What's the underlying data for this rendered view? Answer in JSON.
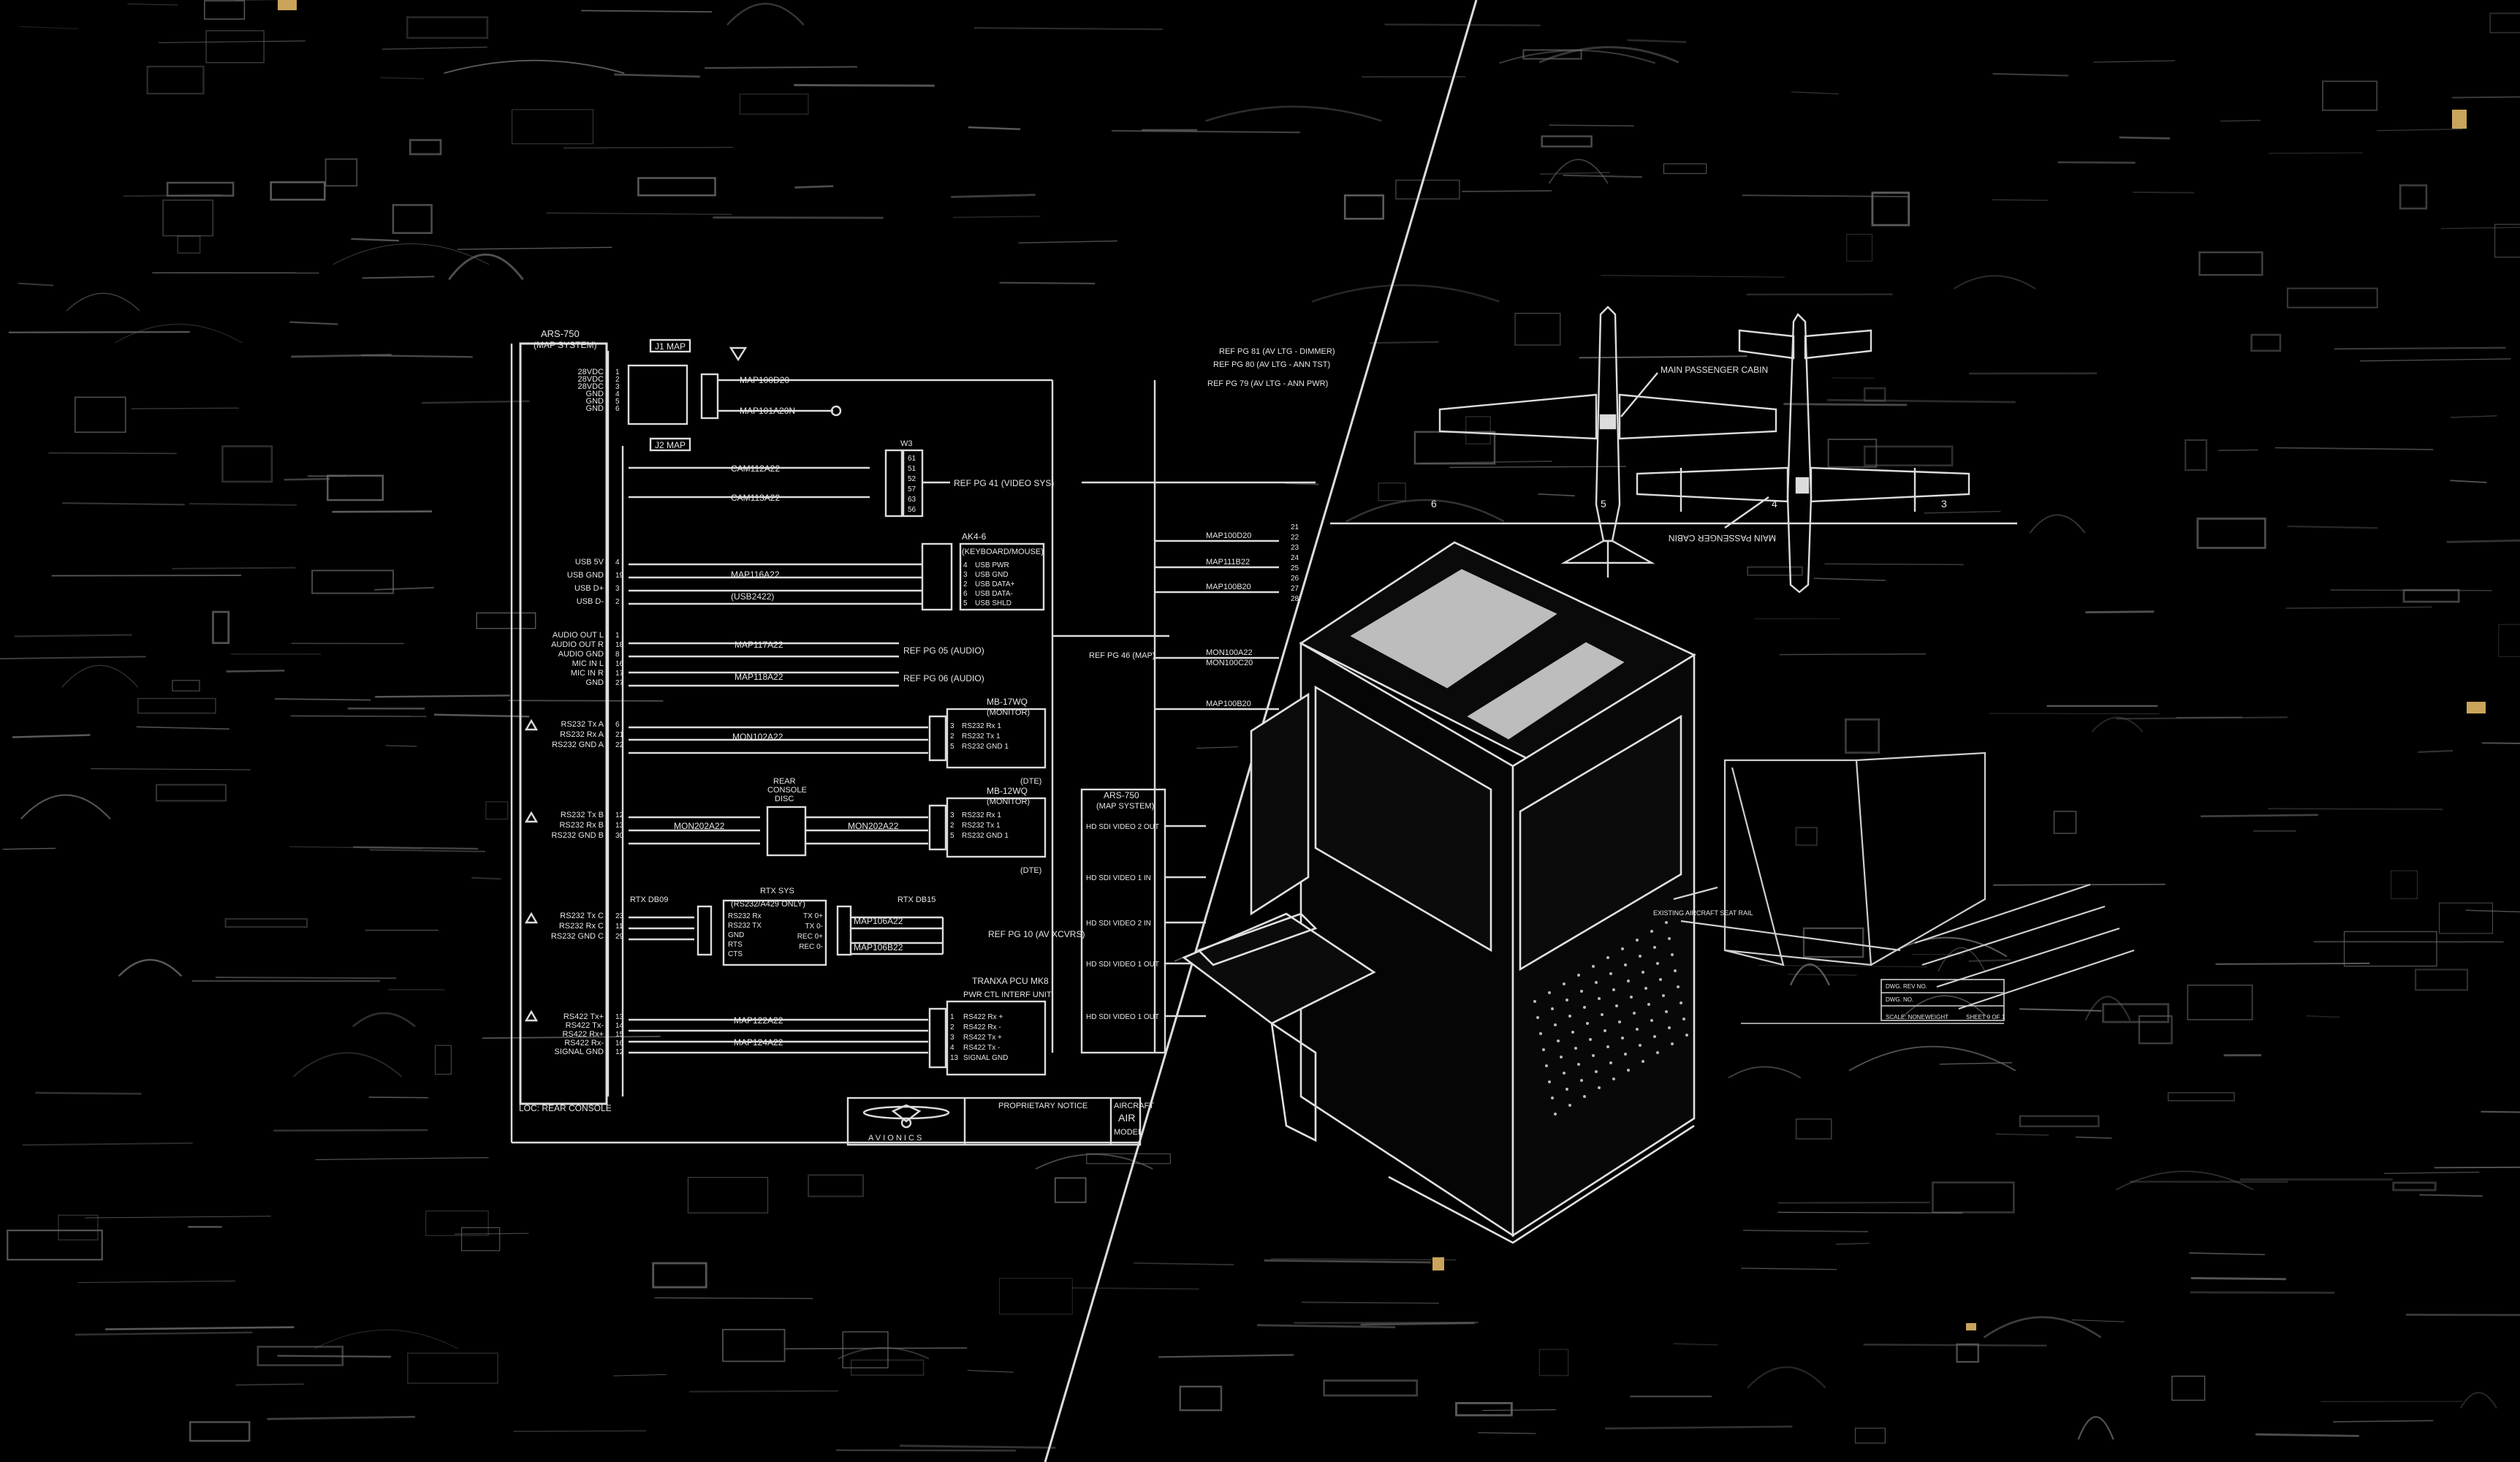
{
  "colors": {
    "background": "#000000",
    "line": "#d8d8d8",
    "sketch": "#8a8a8a",
    "panel_fill": "#bdbdbd",
    "accent_gold": "#c9a45a"
  },
  "schematic": {
    "unit_top": {
      "title": "ARS-750",
      "subtitle": "(MAP SYSTEM)"
    },
    "j1_label": "J1 MAP",
    "j2_label": "J2 MAP",
    "left_pins": [
      {
        "label": "28VDC",
        "num": "1"
      },
      {
        "label": "28VDC",
        "num": "2"
      },
      {
        "label": "28VDC",
        "num": "3"
      },
      {
        "label": "GND",
        "num": "4"
      },
      {
        "label": "GND",
        "num": "5"
      },
      {
        "label": "GND",
        "num": "6"
      }
    ],
    "usb_pins": [
      {
        "label": "USB 5V",
        "num": "4"
      },
      {
        "label": "USB GND",
        "num": "19"
      },
      {
        "label": "USB D+",
        "num": "3"
      },
      {
        "label": "USB D-",
        "num": "2"
      }
    ],
    "audio_pins": [
      {
        "label": "AUDIO OUT L",
        "num": "1"
      },
      {
        "label": "AUDIO OUT R",
        "num": "18"
      },
      {
        "label": "AUDIO GND",
        "num": "8"
      },
      {
        "label": "MIC IN L",
        "num": "16"
      },
      {
        "label": "MIC IN R",
        "num": "17"
      },
      {
        "label": "GND",
        "num": "27"
      }
    ],
    "rs232_a": [
      {
        "label": "RS232 Tx A",
        "num": "6"
      },
      {
        "label": "RS232 Rx A",
        "num": "21"
      },
      {
        "label": "RS232 GND A",
        "num": "22"
      }
    ],
    "rs232_b": [
      {
        "label": "RS232 Tx B",
        "num": "12"
      },
      {
        "label": "RS232 Rx B",
        "num": "13"
      },
      {
        "label": "RS232 GND B",
        "num": "30"
      }
    ],
    "rs232_c": [
      {
        "label": "RS232 Tx C",
        "num": "23"
      },
      {
        "label": "RS232 Rx C",
        "num": "11"
      },
      {
        "label": "RS232 GND C",
        "num": "29"
      }
    ],
    "rs422": [
      {
        "label": "RS422 Tx+",
        "num": "13"
      },
      {
        "label": "RS422 Tx-",
        "num": "14"
      },
      {
        "label": "RS422 Rx+",
        "num": "15"
      },
      {
        "label": "RS422 Rx-",
        "num": "16"
      },
      {
        "label": "SIGNAL GND",
        "num": "12"
      }
    ],
    "wires": {
      "power1": "MAP100D20",
      "power2": "MAP101A20N",
      "cam1": "CAM112A22",
      "cam2": "CAM113A22",
      "usb": "MAP116A22",
      "usb_sub": "(USB2422)",
      "audio1": "MAP117A22",
      "audio2": "MAP118A22",
      "mon1": "MON102A22",
      "mon2a": "MON202A22",
      "mon2b": "MON202A22",
      "rtx1": "MAP106A22",
      "rtx2": "MAP106B22",
      "pcu1": "MAP122A22",
      "pcu2": "MAP124A22"
    },
    "refs": {
      "video": "REF PG 41 (VIDEO SYS)",
      "audio1": "REF PG 05 (AUDIO)",
      "audio2": "REF PG 06 (AUDIO)",
      "xcvrs": "REF PG 10 (AV XCVRS)",
      "dimmer": "REF PG 81 (AV LTG - DIMMER)",
      "test": "REF PG 80 (AV LTG - ANN TST)",
      "annpwr": "REF PG 79 (AV LTG - ANN PWR)",
      "map46": "REF PG 46 (MAP)"
    },
    "w3_label": "W3",
    "w3_pins": [
      "61",
      "51",
      "52",
      "57",
      "63",
      "56"
    ],
    "kbd_box": {
      "title": "AK4-6",
      "subtitle": "(KEYBOARD/MOUSE)",
      "pins": [
        {
          "num": "4",
          "label": "USB PWR"
        },
        {
          "num": "3",
          "label": "USB GND"
        },
        {
          "num": "2",
          "label": "USB DATA+"
        },
        {
          "num": "6",
          "label": "USB DATA-"
        },
        {
          "num": "5",
          "label": "USB SHLD"
        }
      ]
    },
    "mon1_box": {
      "title": "MB-17WQ",
      "subtitle": "(MONITOR)",
      "pins": [
        {
          "num": "3",
          "label": "RS232 Rx 1"
        },
        {
          "num": "2",
          "label": "RS232 Tx 1"
        },
        {
          "num": "5",
          "label": "RS232 GND 1"
        }
      ],
      "note": "(DTE)"
    },
    "mon2_box": {
      "title": "MB-12WQ",
      "subtitle": "(MONITOR)",
      "pins": [
        {
          "num": "3",
          "label": "RS232 Rx 1"
        },
        {
          "num": "2",
          "label": "RS232 Tx 1"
        },
        {
          "num": "5",
          "label": "RS232 GND 1"
        }
      ],
      "note": "(DTE)"
    },
    "rear_console": {
      "title": "REAR",
      "line2": "CONSOLE",
      "line3": "DISC"
    },
    "rtx_box": {
      "title": "RTX SYS",
      "subtitle": "(RS232/A429 ONLY)",
      "pins": [
        "RS232 Rx",
        "RS232 TX",
        "GND",
        "RTS",
        "CTS"
      ],
      "right": [
        "TX 0+",
        "TX 0-",
        "REC 0+",
        "REC 0-"
      ],
      "tag_left": "RTX DB09",
      "tag_right": "RTX DB15"
    },
    "pcu_box": {
      "title": "TRANXA PCU MK8",
      "subtitle": "PWR CTL INTERF UNIT",
      "pins": [
        {
          "num": "1",
          "label": "RS422 Rx +"
        },
        {
          "num": "2",
          "label": "RS422 Rx -"
        },
        {
          "num": "3",
          "label": "RS422 Tx +"
        },
        {
          "num": "4",
          "label": "RS422 Tx -"
        },
        {
          "num": "13",
          "label": "SIGNAL GND"
        }
      ]
    },
    "right_wires": [
      "MAP100D20",
      "MAP111B22",
      "MAP100B20",
      "MON100A22",
      "MON100C20",
      "MAP100B20"
    ],
    "right_pins": [
      "21",
      "22",
      "23",
      "24",
      "25",
      "26",
      "27",
      "28"
    ],
    "ars_right": {
      "title": "ARS-750",
      "subtitle": "(MAP SYSTEM)",
      "outputs": [
        "HD SDI VIDEO 2 OUT",
        "HD SDI VIDEO 1 IN",
        "HD SDI VIDEO 2 IN",
        "HD SDI VIDEO 1 OUT",
        "HD SDI VIDEO 1 OUT"
      ]
    },
    "location": "LOC: REAR CONSOLE",
    "title_block": {
      "notice": "PROPRIETARY NOTICE",
      "logo_text": "A V I O N I C S",
      "drawing": "AIRCRAFT",
      "label2": "AIR",
      "label3": "MODEL"
    }
  },
  "aircraft": {
    "label_top": "MAIN PASSENGER CABIN",
    "label_bottom": "MAIN PASSENGER CABIN",
    "numbers": [
      "6",
      "5",
      "4",
      "3"
    ]
  },
  "drawing_block": {
    "rows": [
      "DWG. REV NO.",
      "DWG. NO.",
      "SCALE: NONE",
      "WEIGHT",
      "SHEET 9 OF 1"
    ],
    "note": "EXISTING AIRCRAFT SEAT RAIL"
  }
}
